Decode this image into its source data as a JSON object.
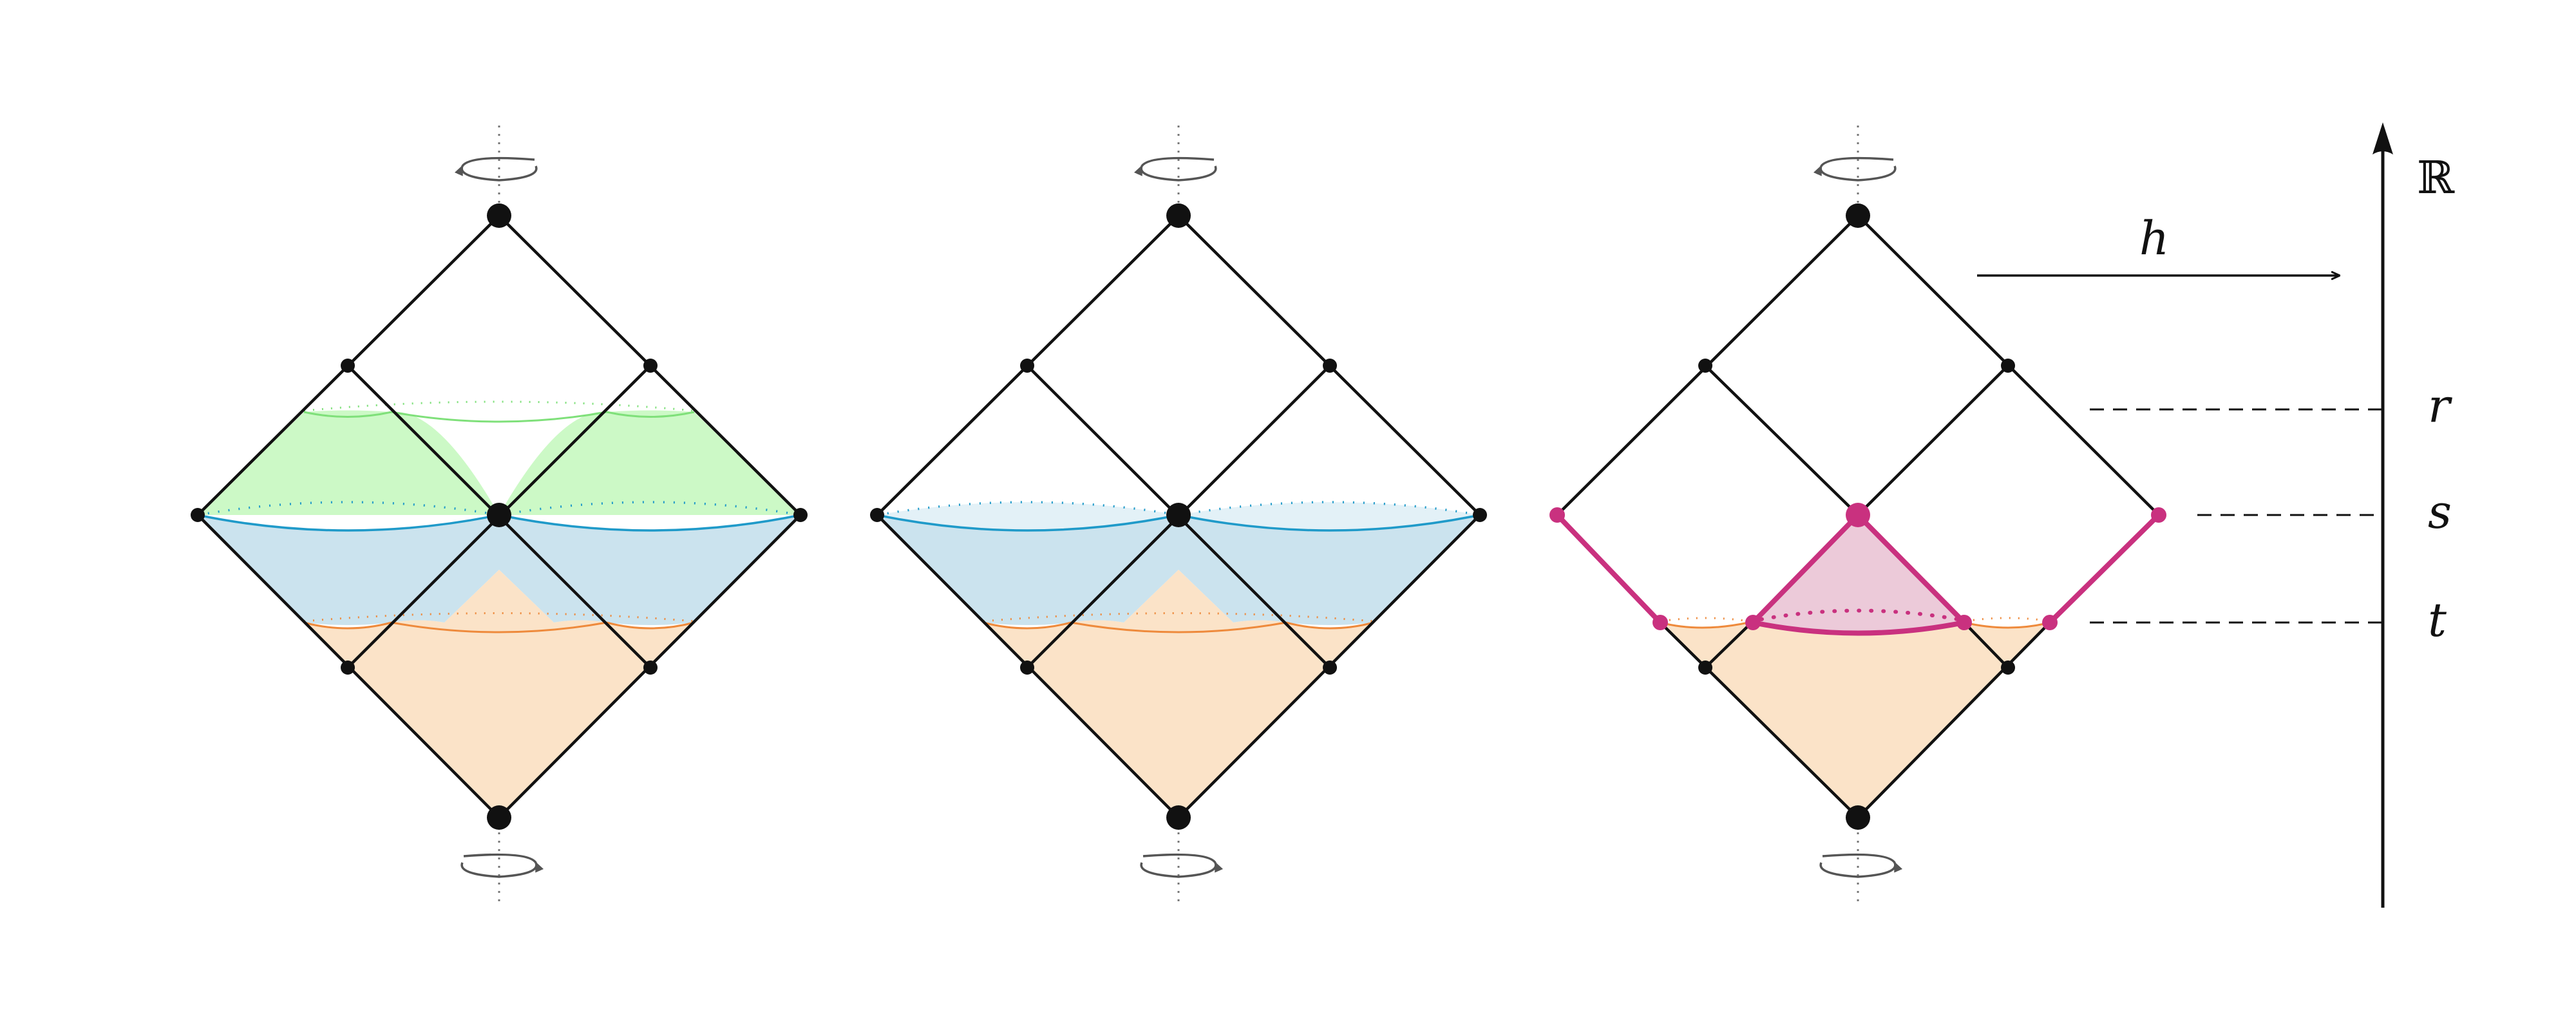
{
  "labels": {
    "axis": "ℝ",
    "map": "h",
    "level_r": "r",
    "level_s": "s",
    "level_t": "t"
  },
  "colors": {
    "edge": "#111111",
    "green_fill": "#ccf9c6",
    "green_curve": "#7fe07a",
    "blue_fill": "#cbe3ee",
    "blue_fill_light": "#e3f1f7",
    "blue_curve": "#1f9ac9",
    "orange_fill": "#fbe3c8",
    "orange_curve": "#ee8a3c",
    "magenta": "#c9317f",
    "magenta_fill": "#eccad9",
    "axis_dots": "#777777",
    "rotation_arrow": "#555555"
  },
  "icons": [
    "rotation-arrow-icon",
    "vertical-arrow-icon",
    "horizontal-arrow-icon"
  ]
}
